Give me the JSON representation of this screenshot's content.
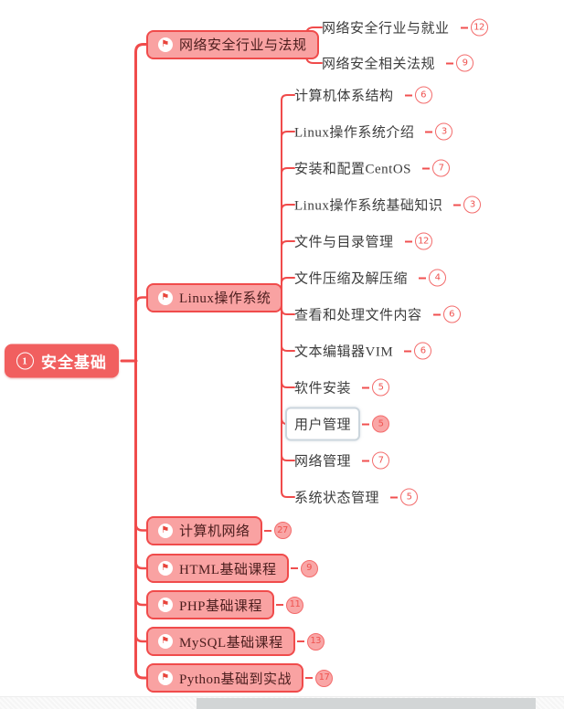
{
  "root": {
    "label": "安全基础",
    "badge_number": "1"
  },
  "icons": {
    "flag": "⚑"
  },
  "branches": [
    {
      "label": "网络安全行业与法规",
      "count": null,
      "children": [
        {
          "label": "网络安全行业与就业",
          "count": "12"
        },
        {
          "label": "网络安全相关法规",
          "count": "9"
        }
      ]
    },
    {
      "label": "Linux操作系统",
      "count": null,
      "children": [
        {
          "label": "计算机体系结构",
          "count": "6"
        },
        {
          "label": "Linux操作系统介绍",
          "count": "3"
        },
        {
          "label": "安装和配置CentOS",
          "count": "7"
        },
        {
          "label": "Linux操作系统基础知识",
          "count": "3"
        },
        {
          "label": "文件与目录管理",
          "count": "12"
        },
        {
          "label": "文件压缩及解压缩",
          "count": "4"
        },
        {
          "label": "查看和处理文件内容",
          "count": "6"
        },
        {
          "label": "文本编辑器VIM",
          "count": "6"
        },
        {
          "label": "软件安装",
          "count": "5"
        },
        {
          "label": "用户管理",
          "count": "5",
          "selected": true
        },
        {
          "label": "网络管理",
          "count": "7"
        },
        {
          "label": "系统状态管理",
          "count": "5"
        }
      ]
    },
    {
      "label": "计算机网络",
      "count": "27",
      "children": []
    },
    {
      "label": "HTML基础课程",
      "count": "9",
      "children": []
    },
    {
      "label": "PHP基础课程",
      "count": "11",
      "children": []
    },
    {
      "label": "MySQL基础课程",
      "count": "13",
      "children": []
    },
    {
      "label": "Python基础到实战",
      "count": "17",
      "children": []
    }
  ],
  "colors": {
    "connector": "#f04b4b",
    "root_fill": "#f15f5f",
    "branch_fill": "#f9a2a2",
    "branch_border": "#f04b4b",
    "badge_ring": "#f36b6b",
    "selected_border": "#ccd6dd"
  }
}
